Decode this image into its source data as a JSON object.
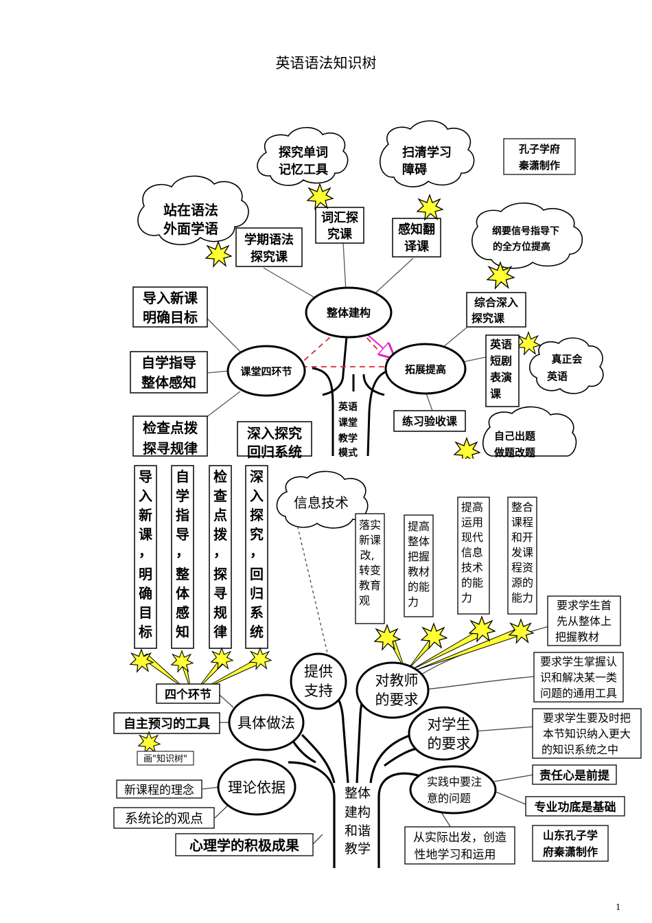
{
  "doc": {
    "title": "英语语法知识树",
    "page_number": "1"
  },
  "tree1": {
    "center": "整体建构",
    "left_node": "课堂四环节",
    "right_node": "拓展提高",
    "trunk": [
      "英语",
      "课堂",
      "教学",
      "模式"
    ],
    "top_boxes": [
      [
        "学期语法",
        "探究课"
      ],
      [
        "词汇探",
        "究课"
      ],
      [
        "感知翻",
        "译课"
      ]
    ],
    "clouds": [
      [
        "站在语法",
        "外面学语"
      ],
      [
        "探究单词",
        "记忆工具"
      ],
      [
        "扫清学习",
        "障碍"
      ],
      [
        "纲要信号指导下",
        "的全方位提高"
      ],
      [
        "真正会",
        "英语"
      ],
      [
        "自己出题",
        "做题改题"
      ]
    ],
    "credit": [
      "孔子学府",
      "秦潇制作"
    ],
    "left_boxes": [
      [
        "导入新课",
        "明确目标"
      ],
      [
        "自学指导",
        "整体感知"
      ],
      [
        "检查点拨",
        "探寻规律"
      ],
      [
        "深入探究",
        "回归系统"
      ]
    ],
    "right_boxes": {
      "deep": [
        "综合深入",
        "探究课"
      ],
      "drama": [
        "英语",
        "短剧",
        "表演",
        "课"
      ],
      "practice": "练习验收课"
    }
  },
  "tree2": {
    "trunk": [
      "整体",
      "建构",
      "和谐",
      "教学"
    ],
    "vertical_steps": [
      [
        "导",
        "入",
        "新",
        "课",
        "，",
        "明",
        "确",
        "目",
        "标"
      ],
      [
        "自",
        "学",
        "指",
        "导",
        "，",
        "整",
        "体",
        "感",
        "知"
      ],
      [
        "检",
        "查",
        "点",
        "拨",
        "，",
        "探",
        "寻",
        "规",
        "律"
      ],
      [
        "深",
        "入",
        "探",
        "究",
        "，",
        "回",
        "归",
        "系",
        "统"
      ]
    ],
    "cloud": "信息技术",
    "teacher_boxes": [
      [
        "落实",
        "新课",
        "改,",
        "转变",
        "教育",
        "观"
      ],
      [
        "提高",
        "整体",
        "把握",
        "教材",
        "的能",
        "力"
      ],
      [
        "提高",
        "运用",
        "现代",
        "信息",
        "技术",
        "的能",
        "力"
      ],
      [
        "整合",
        "课程",
        "和开",
        "发课",
        "程资",
        "源的",
        "能力"
      ]
    ],
    "ovals": {
      "support": [
        "提供",
        "支持"
      ],
      "teacher": [
        "对教师",
        "的要求"
      ],
      "student": [
        "对学生",
        "的要求"
      ],
      "method": "具体做法",
      "theory": "理论依据",
      "attention": [
        "实践中要注",
        "意的问题"
      ]
    },
    "left_labels": {
      "four_steps": "四个环节",
      "tool": "自主预习的工具",
      "draw": "画\"知识树\"",
      "curriculum": "新课程的理念",
      "system": "系统论的观点",
      "psychology": "心理学的积极成果"
    },
    "student_reqs": [
      [
        "要求学生首",
        "先从整体上",
        "把握教材"
      ],
      [
        "要求学生掌握认",
        "识和解决某一类",
        "问题的通用工具"
      ],
      [
        "要求学生要及时把",
        "本节知识纳入更大",
        "的知识系统之中"
      ]
    ],
    "attention_items": [
      "责任心是前提",
      "专业功底是基础"
    ],
    "practice_box": [
      "从实际出发，创造",
      "性地学习和运用"
    ],
    "credit": [
      "山东孔子学",
      "府秦潇制作"
    ]
  },
  "colors": {
    "orange": "#e2671f",
    "star": "#ffff33",
    "magenta": "#e21ecf",
    "red_dash": "#e0223a"
  }
}
